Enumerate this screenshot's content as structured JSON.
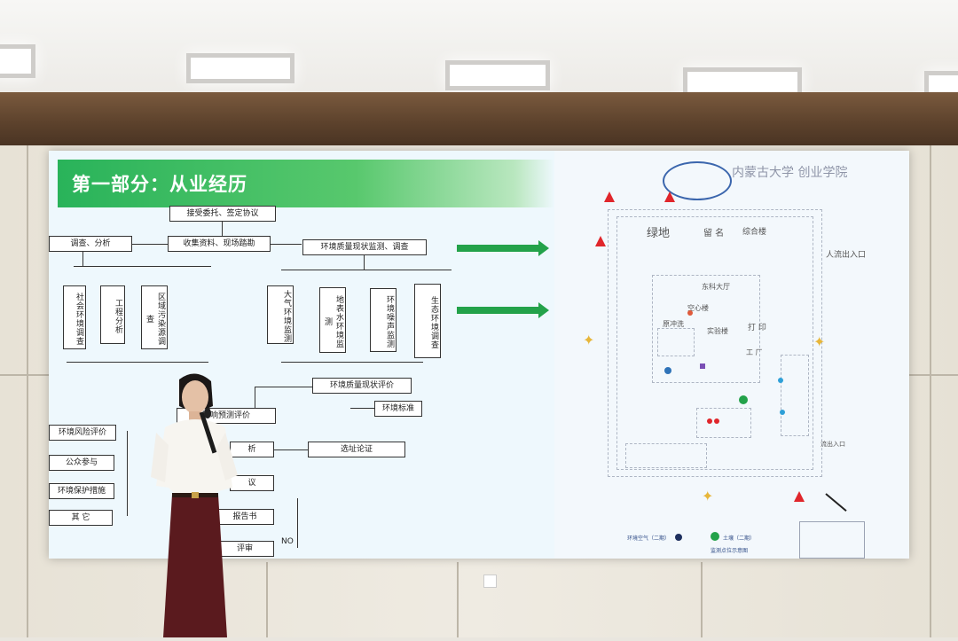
{
  "slide": {
    "title": "第一部分：从业经历",
    "flow": {
      "n1": "接受委托、签定协议",
      "n2": "收集资料、现场踏勘",
      "n3": "环境质量现状监测、调查",
      "n4": "调查、分析",
      "v1": "社会环境调查",
      "v2": "工程分析",
      "v3": "区域污染源调查",
      "v4": "大气环境监测",
      "v5": "地表水环境监测",
      "v6": "环境噪声监测",
      "v7": "生态环境调查",
      "n5": "环境质量现状评价",
      "n6": "影响预测评价",
      "n7": "环境标准",
      "n8": "选址论证",
      "n9": "环境风险评价",
      "n10": "公众参与",
      "n11": "环境保护措施",
      "n12": "其 它",
      "n13": "析",
      "n14": "议",
      "n15": "报告书",
      "n16": "评审",
      "no_label": "NO"
    },
    "map": {
      "header": "内蒙古大学 创业学院",
      "green_area": "绿地",
      "entrance": "人流出入口",
      "exit2": "流出入口",
      "zones": [
        "留 名",
        "综合楼",
        "东科大厅",
        "空心楼",
        "实验楼",
        "原冲洗",
        "打 印",
        "工 厂"
      ],
      "legend_air": "环境空气（二期）",
      "legend_soil": "土壤（二期）",
      "legend_caption": "监测点位示意图"
    }
  },
  "colors": {
    "accent": "#23a24a",
    "marker_red": "#e0262b",
    "marker_blue": "#2f73b8"
  }
}
